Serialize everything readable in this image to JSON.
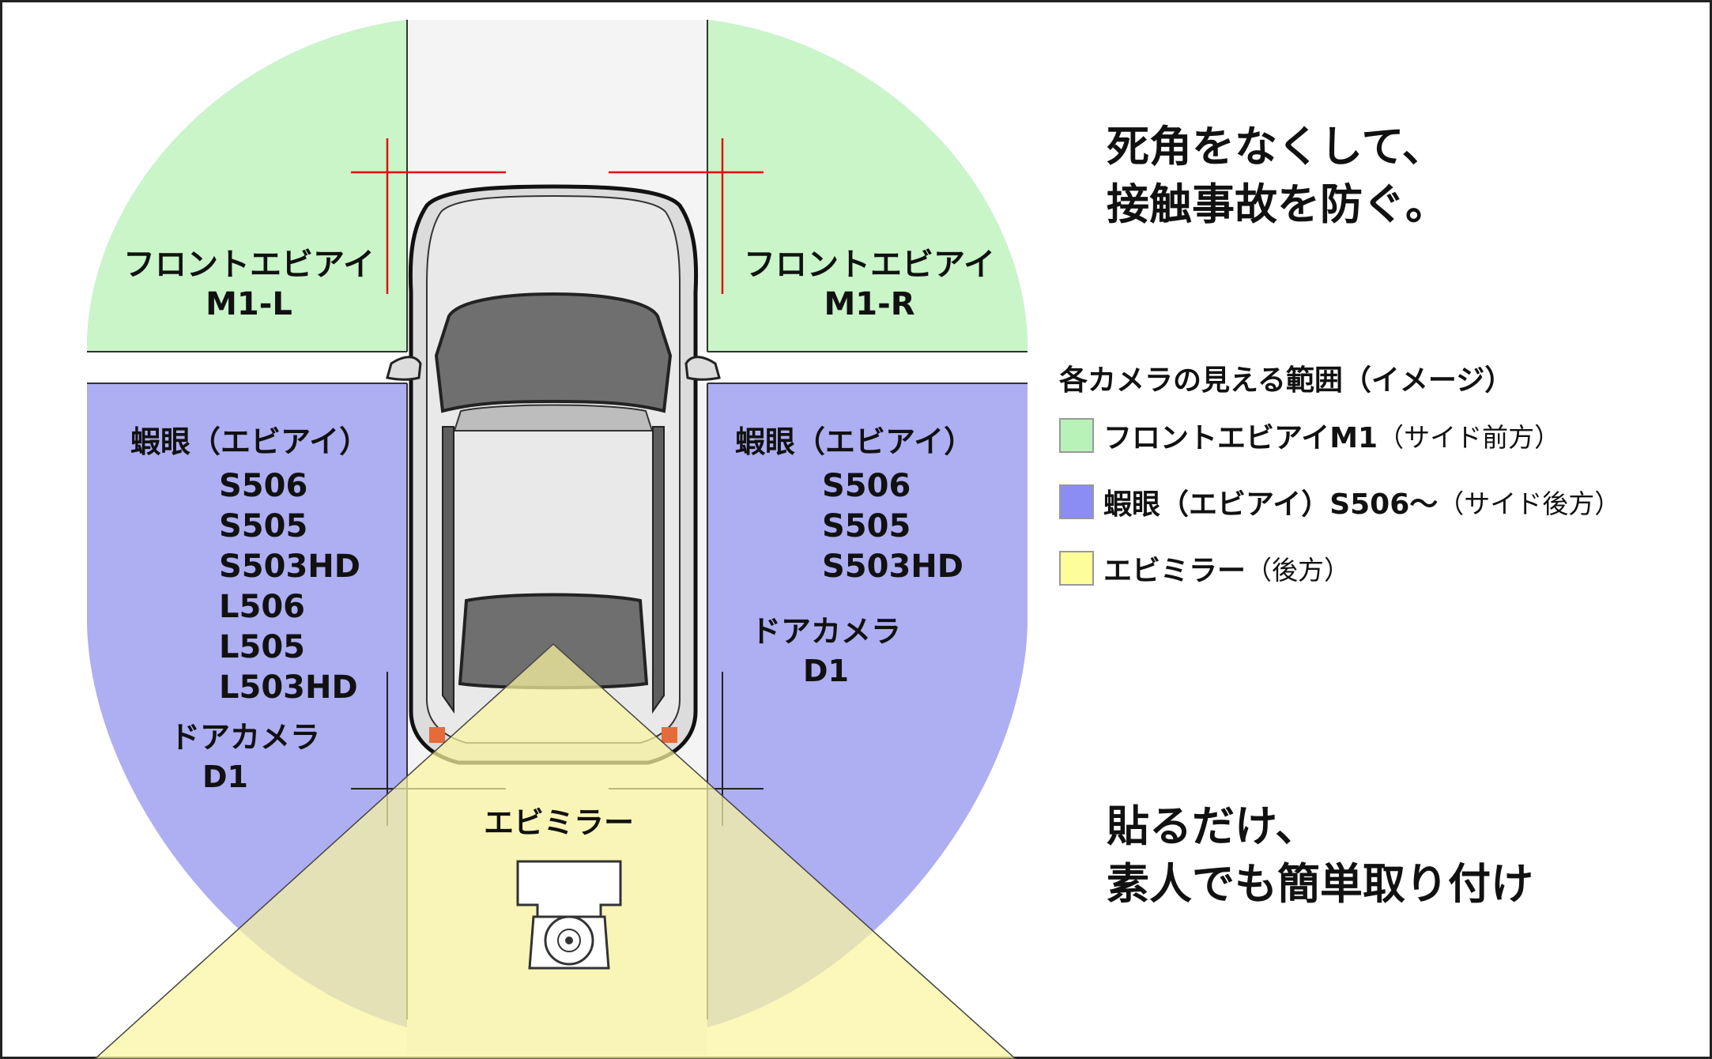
{
  "headline_top": {
    "line1": "死角をなくして、",
    "line2": "接触事故を防ぐ。"
  },
  "headline_bottom": {
    "line1": "貼るだけ、",
    "line2": "素人でも簡単取り付け"
  },
  "left_front_zone": {
    "name": "フロントエビアイ",
    "model": "M1-L"
  },
  "right_front_zone": {
    "name": "フロントエビアイ",
    "model": "M1-R"
  },
  "left_side_zone": {
    "name": "蝦眼（エビアイ）",
    "models": [
      "S506",
      "S505",
      "S503HD",
      "L506",
      "L505",
      "L503HD"
    ],
    "door_camera": {
      "name": "ドアカメラ",
      "model": "D1"
    }
  },
  "right_side_zone": {
    "name": "蝦眼（エビアイ）",
    "models": [
      "S506",
      "S505",
      "S503HD"
    ],
    "door_camera": {
      "name": "ドアカメラ",
      "model": "D1"
    }
  },
  "rear_zone": {
    "name": "エビミラー"
  },
  "legend": {
    "title": "各カメラの見える範囲（イメージ）",
    "items": [
      {
        "label": "フロントエビアイM1",
        "sub": "（サイド前方）",
        "color": "#b8f2b8"
      },
      {
        "label": "蝦眼（エビアイ）S506～",
        "sub": "（サイド後方）",
        "color": "#8c8cf5"
      },
      {
        "label": "エビミラー",
        "sub": "（後方）",
        "color": "#fdfd9a"
      }
    ]
  },
  "colors": {
    "front_zone": "#c9f5c9",
    "side_zone": "#aeaef2",
    "rear_zone": "#fbf5a0",
    "guide_line": "#e01010"
  }
}
